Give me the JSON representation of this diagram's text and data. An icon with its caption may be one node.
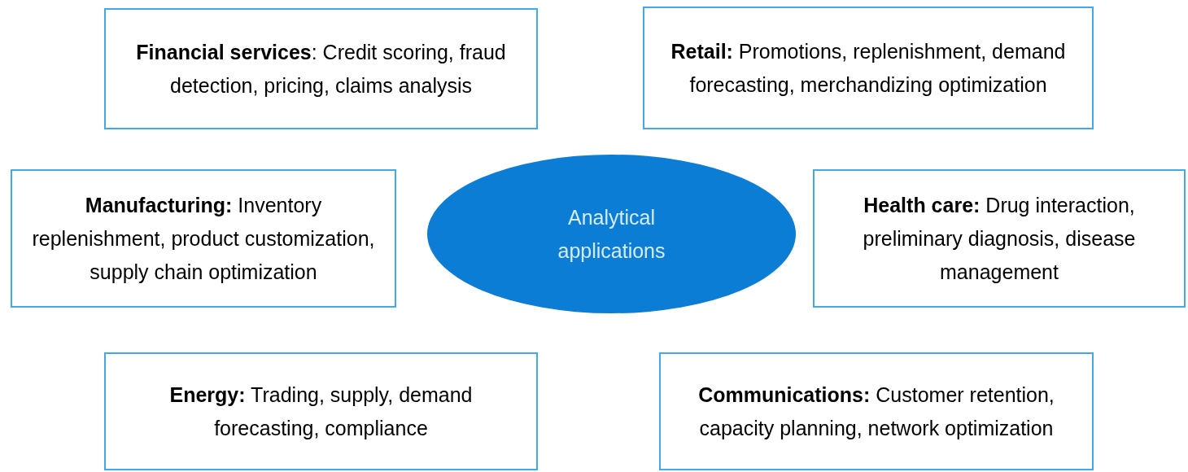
{
  "diagram": {
    "nodes": [
      {
        "text": [
          "**Financial services**: Credit scoring, fraud detection, pricing, claims analysis"
        ]
      },
      {
        "text": [
          "**Retail:** Promotions, replenishment, demand forecasting, merchandizing optimization"
        ]
      },
      {
        "text": [
          "**Manufacturing:** Inventory replenishment, product customization, supply chain optimization"
        ]
      },
      {
        "text": [
          "Analytical applications"
        ]
      },
      {
        "text": [
          "**Health care:** Drug interaction, preliminary diagnosis, disease management"
        ]
      },
      {
        "text": [
          "**Energy:** Trading, supply, demand forecasting, compliance"
        ]
      },
      {
        "text": [
          "**Communications:** Customer retention, capacity planning, network optimization"
        ]
      }
    ]
  }
}
